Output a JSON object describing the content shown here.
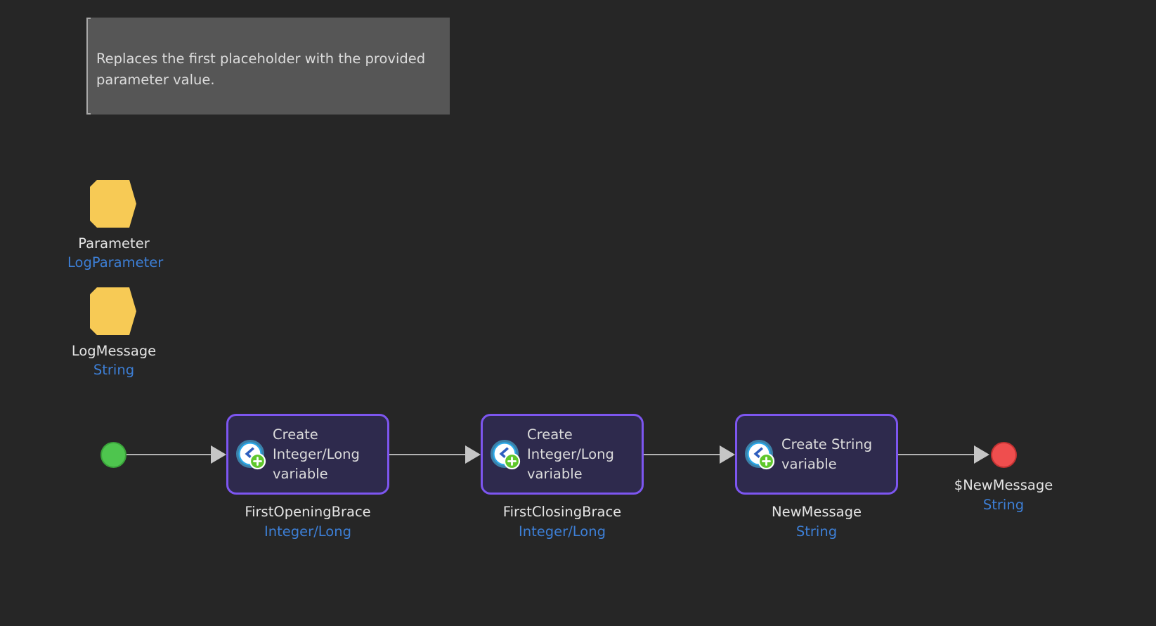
{
  "canvas": {
    "background": "#262626",
    "accent_node_border": "#7d56f0",
    "accent_node_fill": "#2e2a4d",
    "param_color": "#f7ca55",
    "type_text_color": "#3d7fd6",
    "start_color": "#4ec54e",
    "end_color": "#ef4e4e"
  },
  "comment": {
    "text": "Replaces the first placeholder with the provided parameter value."
  },
  "parameters": [
    {
      "name": "Parameter",
      "type": "LogParameter",
      "icon": "parameter-arrow-icon"
    },
    {
      "name": "LogMessage",
      "type": "String",
      "icon": "parameter-arrow-icon"
    }
  ],
  "flow": {
    "start_node": {
      "icon": "start-circle-icon"
    },
    "end_node": {
      "icon": "end-circle-icon"
    },
    "nodes": [
      {
        "title": "Create Integer/Long variable",
        "icon": "create-variable-icon",
        "label_name": "FirstOpeningBrace",
        "label_type": "Integer/Long"
      },
      {
        "title": "Create Integer/Long variable",
        "icon": "create-variable-icon",
        "label_name": "FirstClosingBrace",
        "label_type": "Integer/Long"
      },
      {
        "title": "Create String variable",
        "icon": "create-variable-icon",
        "label_name": "NewMessage",
        "label_type": "String"
      }
    ],
    "output": {
      "name": "$NewMessage",
      "type": "String"
    }
  }
}
